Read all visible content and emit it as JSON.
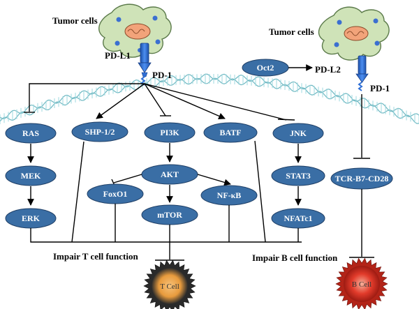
{
  "colors": {
    "node_fill": "#3A6EA5",
    "node_stroke": "#1F3F66",
    "membrane": "#9ED8DF",
    "membrane_line": "#6FB8C2",
    "tumor_body": "#CFE3B8",
    "tumor_stroke": "#5B7A4A",
    "receptor": "#2F6FD6",
    "t_cell_core": "#E89B3D",
    "b_cell_core": "#E23B2B"
  },
  "labels": {
    "tumor_left": "Tumor cells",
    "tumor_right": "Tumor cells",
    "pdl1": "PD-L1",
    "pd1_left": "PD-1",
    "pdl2": "PD-L2",
    "pd1_right": "PD-1",
    "impair_t": "Impair T cell function",
    "impair_b": "Impair B cell function",
    "t_cell": "T Cell",
    "b_cell": "B Cell"
  },
  "nodes": {
    "ras": "RAS",
    "mek": "MEK",
    "erk": "ERK",
    "shp": "SHP-1/2",
    "pi3k": "PI3K",
    "akt": "AKT",
    "foxo1": "FoxO1",
    "mtor": "mTOR",
    "nfkb": "NF-κB",
    "batf": "BATF",
    "jnk": "JNK",
    "stat3": "STAT3",
    "nfatc1": "NFATc1",
    "oct2": "Oct2",
    "tcr": "TCR-B7-CD28"
  }
}
